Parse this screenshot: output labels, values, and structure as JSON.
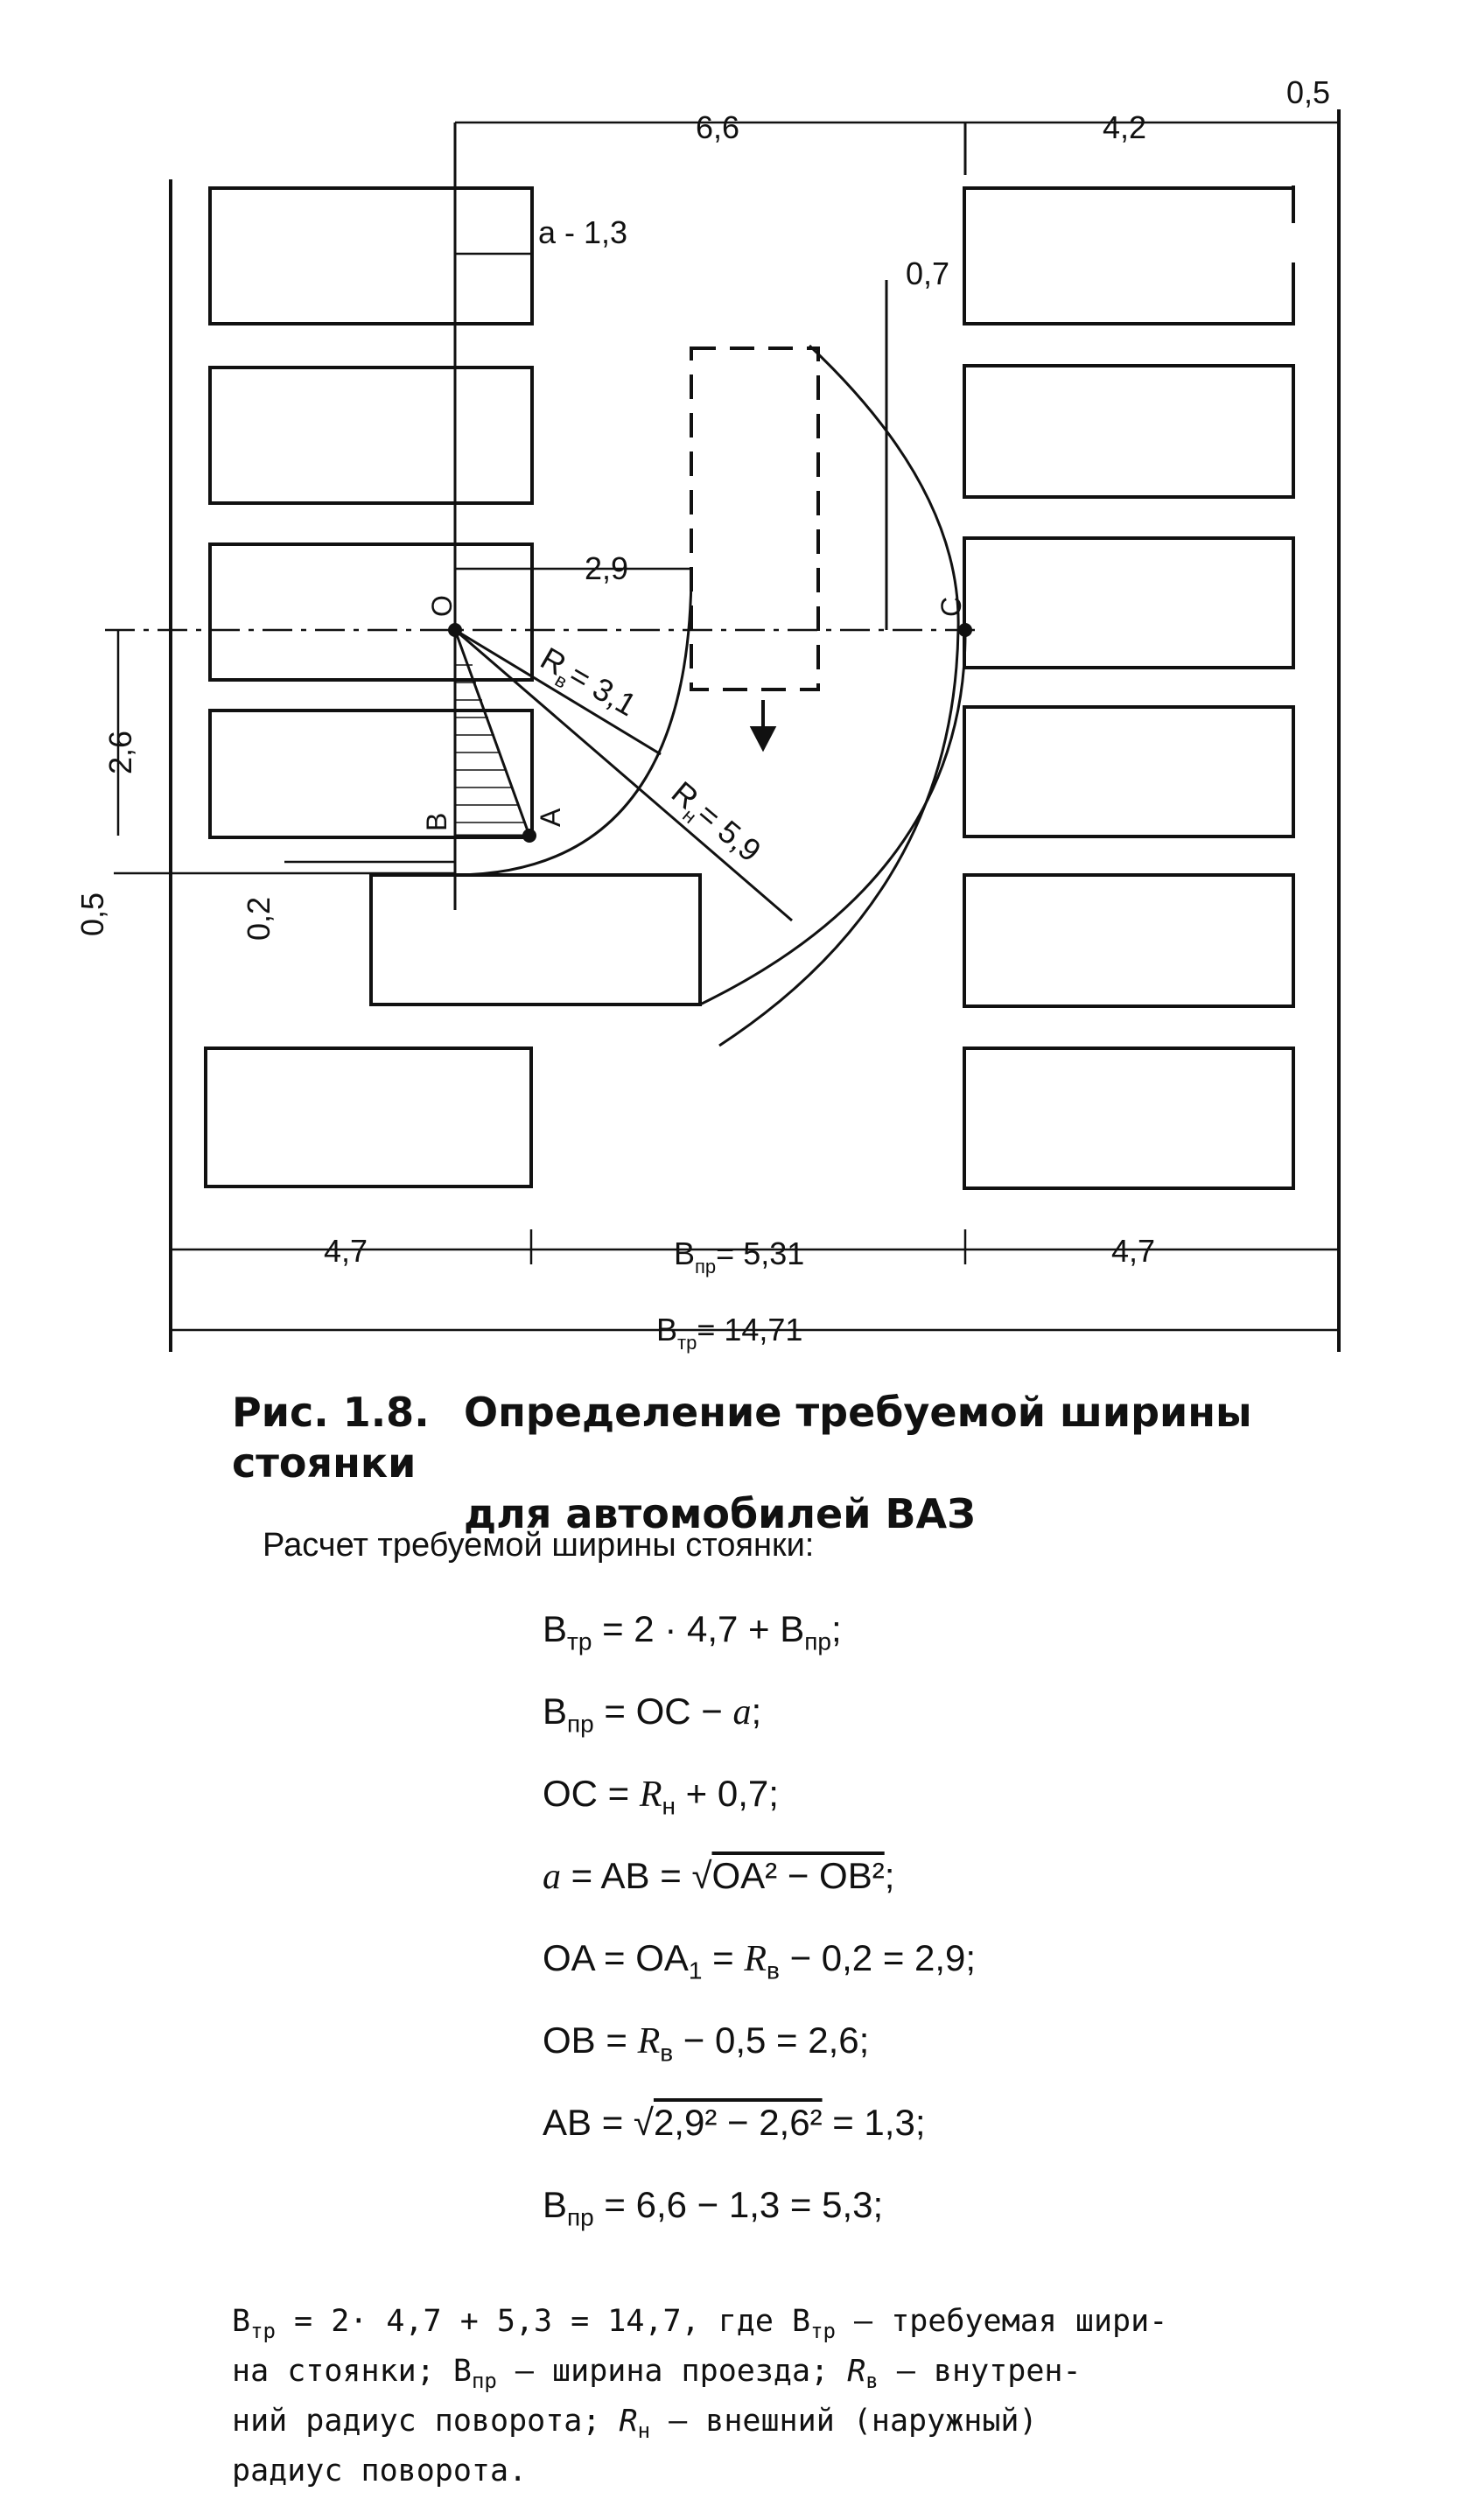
{
  "diagram": {
    "dims": {
      "top_left": "6,6",
      "top_right": "4,2",
      "top_edge": "0,5",
      "a_label": "a - 1,3",
      "offset_07": "0,7",
      "d29": "2,9",
      "d26": "2,6",
      "d05": "0,5",
      "d02": "0,2",
      "bottom_left": "4,7",
      "bottom_right": "4,7",
      "bpr_label": "B",
      "bpr_sub": "пр",
      "bpr_value": "= 5,31",
      "btr_label": "B",
      "btr_sub": "тр",
      "btr_value": "= 14,71"
    },
    "points": {
      "O": "O",
      "C": "C",
      "A": "A",
      "B": "B"
    },
    "radii": {
      "rb_label": "R",
      "rb_sub": "в",
      "rb_value": "= 3,1",
      "rh_label": "R",
      "rh_sub": "н",
      "rh_value": "= 5,9"
    }
  },
  "caption": {
    "number": "Рис. 1.8.",
    "line1": "Определение требуемой ширины стоянки",
    "line2": "для автомобилей ВАЗ"
  },
  "intro": "Расчет требуемой ширины стоянки:",
  "formulas": {
    "f1_a": "B",
    "f1_a_sub": "тр",
    "f1_b": " = 2 · 4,7 + B",
    "f1_b_sub": "пр",
    "f1_c": ";",
    "f2_a": "B",
    "f2_a_sub": "пр",
    "f2_b": " = OC − ",
    "f2_c": "a",
    "f2_d": ";",
    "f3_a": "OC = ",
    "f3_b": "R",
    "f3_b_sub": "н",
    "f3_c": " + 0,7;",
    "f4_a": "a",
    "f4_b": " = AB = √",
    "f4_c": "OA² − OB²",
    "f4_d": ";",
    "f5_a": "OA = OA",
    "f5_a_sub": "1",
    "f5_b": " = ",
    "f5_c": "R",
    "f5_c_sub": "в",
    "f5_d": " − 0,2 = 2,9;",
    "f6_a": "OB = ",
    "f6_b": "R",
    "f6_b_sub": "в",
    "f6_c": " − 0,5 = 2,6;",
    "f7_a": "AB = √",
    "f7_b": "2,9² − 2,6²",
    "f7_c": " = 1,3;",
    "f8_a": "B",
    "f8_a_sub": "пр",
    "f8_b": " = 6,6 − 1,3 = 5,3;"
  },
  "footnote": {
    "l1_a": "B",
    "l1_a_sub": "тр",
    "l1_b": " = 2· 4,7 + 5,3 = 14,7, где B",
    "l1_b_sub": "тр",
    "l1_c": " – требуемая шири-",
    "l2_a": "на стоянки; B",
    "l2_a_sub": "пр",
    "l2_b": " – ширина проезда; ",
    "l2_c": "R",
    "l2_c_sub": "в",
    "l2_d": " – внутрен-",
    "l3_a": "ний радиус поворота; ",
    "l3_b": "R",
    "l3_b_sub": "н",
    "l3_c": " – внешний (наружный)",
    "l4_a": "радиус поворота."
  }
}
